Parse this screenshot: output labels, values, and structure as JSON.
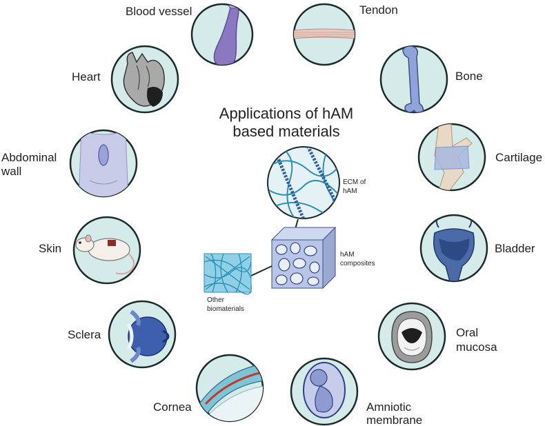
{
  "title": {
    "line1": "Applications of hAM",
    "line2": "based materials"
  },
  "applications": [
    {
      "id": "blood-vessel",
      "label": "Blood vessel"
    },
    {
      "id": "tendon",
      "label": "Tendon"
    },
    {
      "id": "heart",
      "label": "Heart"
    },
    {
      "id": "bone",
      "label": "Bone"
    },
    {
      "id": "abdominal-wall",
      "label_lines": [
        "Abdominal",
        "wall"
      ]
    },
    {
      "id": "cartilage",
      "label": "Cartilage"
    },
    {
      "id": "skin",
      "label": "Skin"
    },
    {
      "id": "bladder",
      "label": "Bladder"
    },
    {
      "id": "sclera",
      "label": "Sclera"
    },
    {
      "id": "oral-mucosa",
      "label_lines": [
        "Oral",
        "mucosa"
      ]
    },
    {
      "id": "cornea",
      "label": "Cornea"
    },
    {
      "id": "amniotic-membrane",
      "label_lines": [
        "Amniotic",
        "membrane"
      ]
    }
  ],
  "center": {
    "ecm_label_lines": [
      "ECM of",
      "hAM"
    ],
    "composites_label_lines": [
      "hAM",
      "composites"
    ],
    "other_label_lines": [
      "Other",
      "biomaterials"
    ]
  },
  "colors": {
    "circle_fill": "#d4ebea",
    "circle_stroke": "#1d2a2c",
    "fiber_blue": "#2b8fb8",
    "tissue_purple": "#7a6fb3"
  }
}
